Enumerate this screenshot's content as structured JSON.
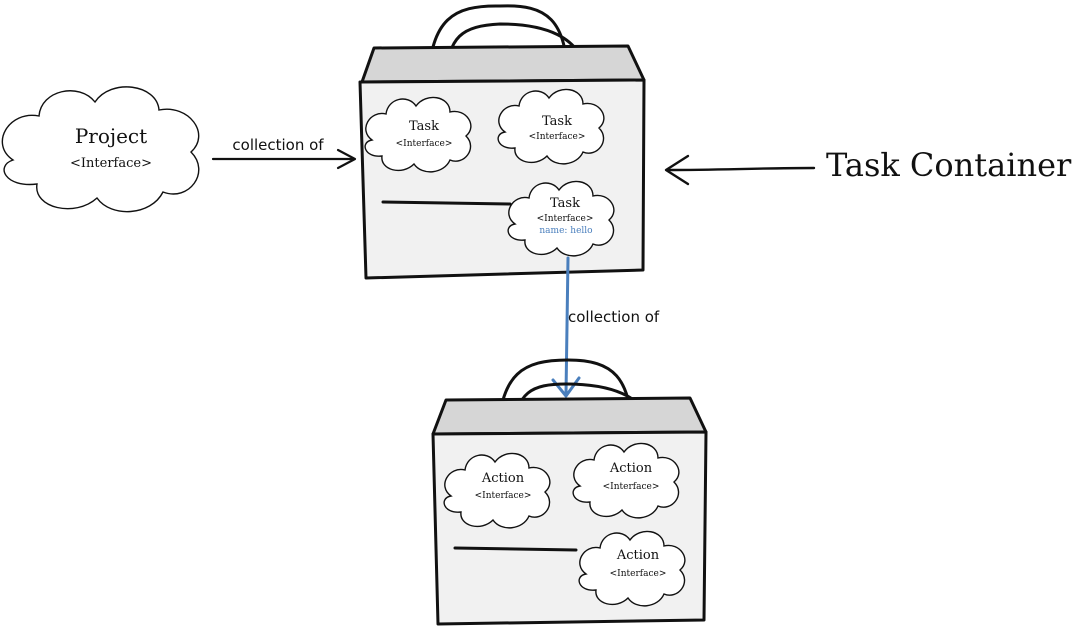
{
  "project": {
    "title": "Project",
    "subtitle": "<Interface>"
  },
  "edge_project_to_tasks": {
    "label": "collection of"
  },
  "task_container": {
    "label": "Task Container",
    "tasks": [
      {
        "title": "Task",
        "subtitle": "<Interface>"
      },
      {
        "title": "Task",
        "subtitle": "<Interface>"
      },
      {
        "title": "Task",
        "subtitle": "<Interface>",
        "note": "name: hello"
      }
    ]
  },
  "edge_task_to_actions": {
    "label": "collection of",
    "color": "#4a7fbd"
  },
  "action_container": {
    "actions": [
      {
        "title": "Action",
        "subtitle": "<Interface>"
      },
      {
        "title": "Action",
        "subtitle": "<Interface>"
      },
      {
        "title": "Action",
        "subtitle": "<Interface>"
      }
    ]
  }
}
